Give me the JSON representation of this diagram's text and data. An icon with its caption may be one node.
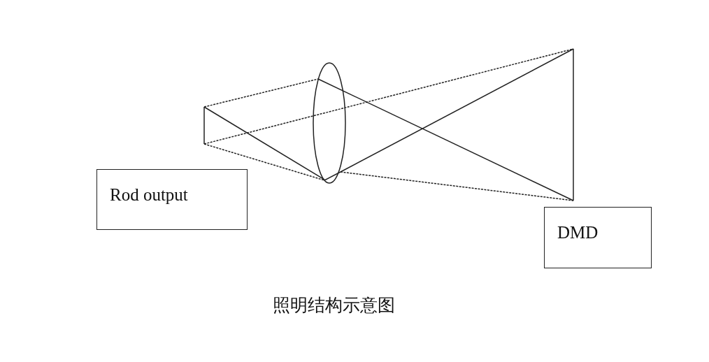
{
  "diagram": {
    "caption": "照明结构示意图",
    "nodes": [
      {
        "text": [
          "Rod output"
        ]
      },
      {
        "text": [
          "DMD"
        ]
      }
    ]
  }
}
